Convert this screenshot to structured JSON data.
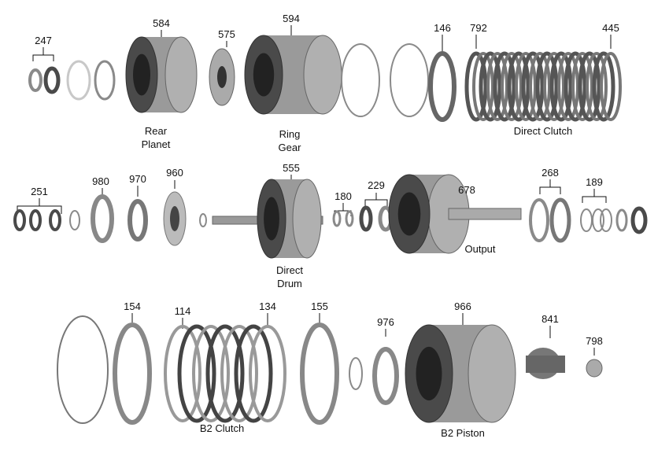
{
  "row1": {
    "labels": [
      "247",
      "584",
      "575",
      "594",
      "146",
      "792",
      "445"
    ],
    "captions": {
      "rear_planet_1": "Rear",
      "rear_planet_2": "Planet",
      "ring_gear_1": "Ring",
      "ring_gear_2": "Gear",
      "direct_clutch": "Direct Clutch"
    }
  },
  "row2": {
    "labels": [
      "251",
      "980",
      "970",
      "960",
      "555",
      "180",
      "229",
      "678",
      "268",
      "189"
    ],
    "captions": {
      "direct_drum_1": "Direct",
      "direct_drum_2": "Drum",
      "output": "Output"
    }
  },
  "row3": {
    "labels": [
      "154",
      "114",
      "134",
      "155",
      "976",
      "966",
      "841",
      "798"
    ],
    "captions": {
      "b2_clutch": "B2 Clutch",
      "b2_piston": "B2 Piston"
    }
  },
  "colors": {
    "metal": "#8a8a8a",
    "dark": "#4a4a4a",
    "light": "#c8c8c8"
  }
}
